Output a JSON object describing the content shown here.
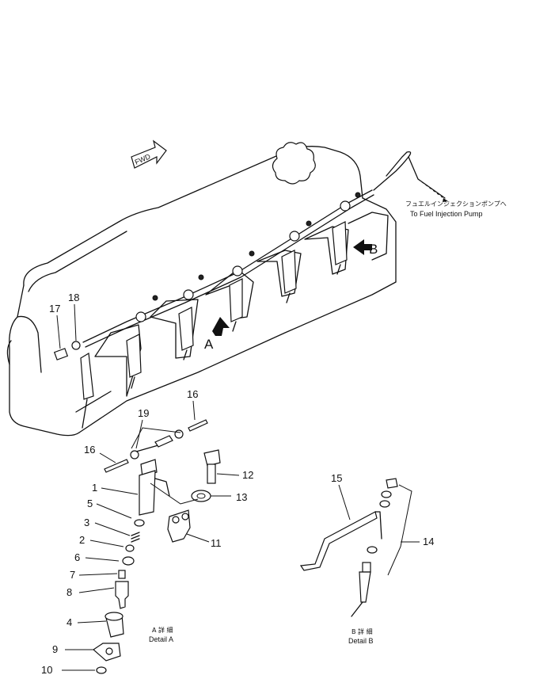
{
  "pump_label": {
    "jp": "フュエルインジェクションポンプへ",
    "en": "To Fuel Injection Pump"
  },
  "fwd_label": "FWD",
  "view_markers": {
    "a": "A",
    "b": "B"
  },
  "detail_a": {
    "jp": "A 詳 細",
    "en": "Detail A"
  },
  "detail_b": {
    "jp": "B 詳 細",
    "en": "Detail B"
  },
  "callouts": {
    "n1": "1",
    "n2": "2",
    "n3": "3",
    "n4": "4",
    "n5": "5",
    "n6": "6",
    "n7": "7",
    "n8": "8",
    "n9": "9",
    "n10": "10",
    "n11": "11",
    "n12": "12",
    "n13": "13",
    "n14": "14",
    "n15": "15",
    "n16a": "16",
    "n16b": "16",
    "n17": "17",
    "n18": "18",
    "n19": "19"
  }
}
